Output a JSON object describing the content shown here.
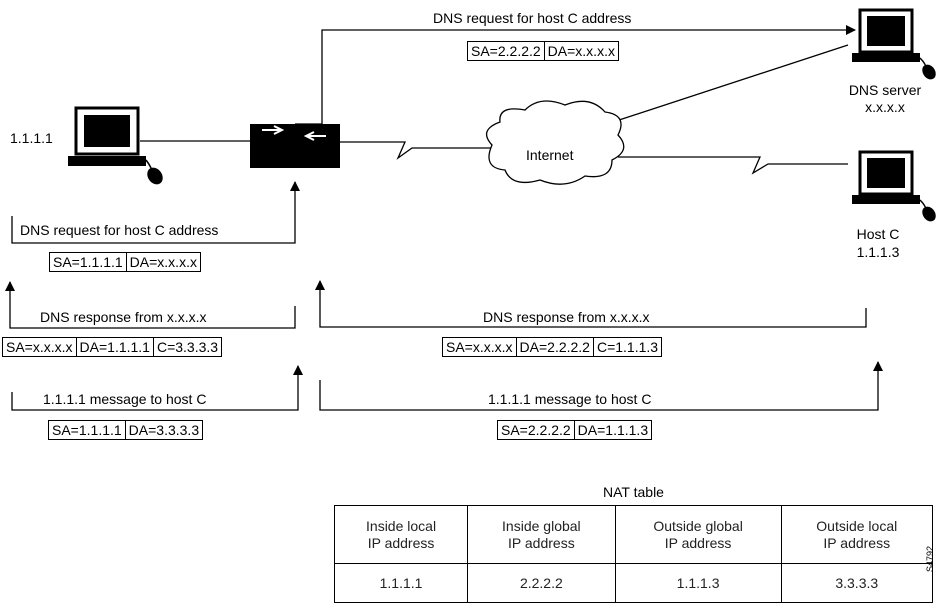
{
  "hosts": {
    "inside_host_ip": "1.1.1.1",
    "dns_server_name": "DNS server",
    "dns_server_ip": "x.x.x.x",
    "host_c_name": "Host C",
    "host_c_ip": "1.1.1.3"
  },
  "internet_label": "Internet",
  "messages": {
    "top_request": {
      "label": "DNS request for host C address",
      "sa": "SA=2.2.2.2",
      "da": "DA=x.x.x.x"
    },
    "inside_request": {
      "label": "DNS request for host C address",
      "sa": "SA=1.1.1.1",
      "da": "DA=x.x.x.x"
    },
    "inside_response": {
      "label": "DNS response from x.x.x.x",
      "sa": "SA=x.x.x.x",
      "da": "DA=1.1.1.1",
      "c": "C=3.3.3.3"
    },
    "outside_response": {
      "label": "DNS response from x.x.x.x",
      "sa": "SA=x.x.x.x",
      "da": "DA=2.2.2.2",
      "c": "C=1.1.1.3"
    },
    "inside_message": {
      "label": "1.1.1.1 message to host C",
      "sa": "SA=1.1.1.1",
      "da": "DA=3.3.3.3"
    },
    "outside_message": {
      "label": "1.1.1.1 message to host C",
      "sa": "SA=2.2.2.2",
      "da": "DA=1.1.1.3"
    }
  },
  "nat_table": {
    "title": "NAT table",
    "headers": [
      [
        "Inside local",
        "IP address"
      ],
      [
        "Inside global",
        "IP address"
      ],
      [
        "Outside global",
        "IP address"
      ],
      [
        "Outside local",
        "IP address"
      ]
    ],
    "row": [
      "1.1.1.1",
      "2.2.2.2",
      "1.1.1.3",
      "3.3.3.3"
    ]
  },
  "figure_id": "S4792"
}
